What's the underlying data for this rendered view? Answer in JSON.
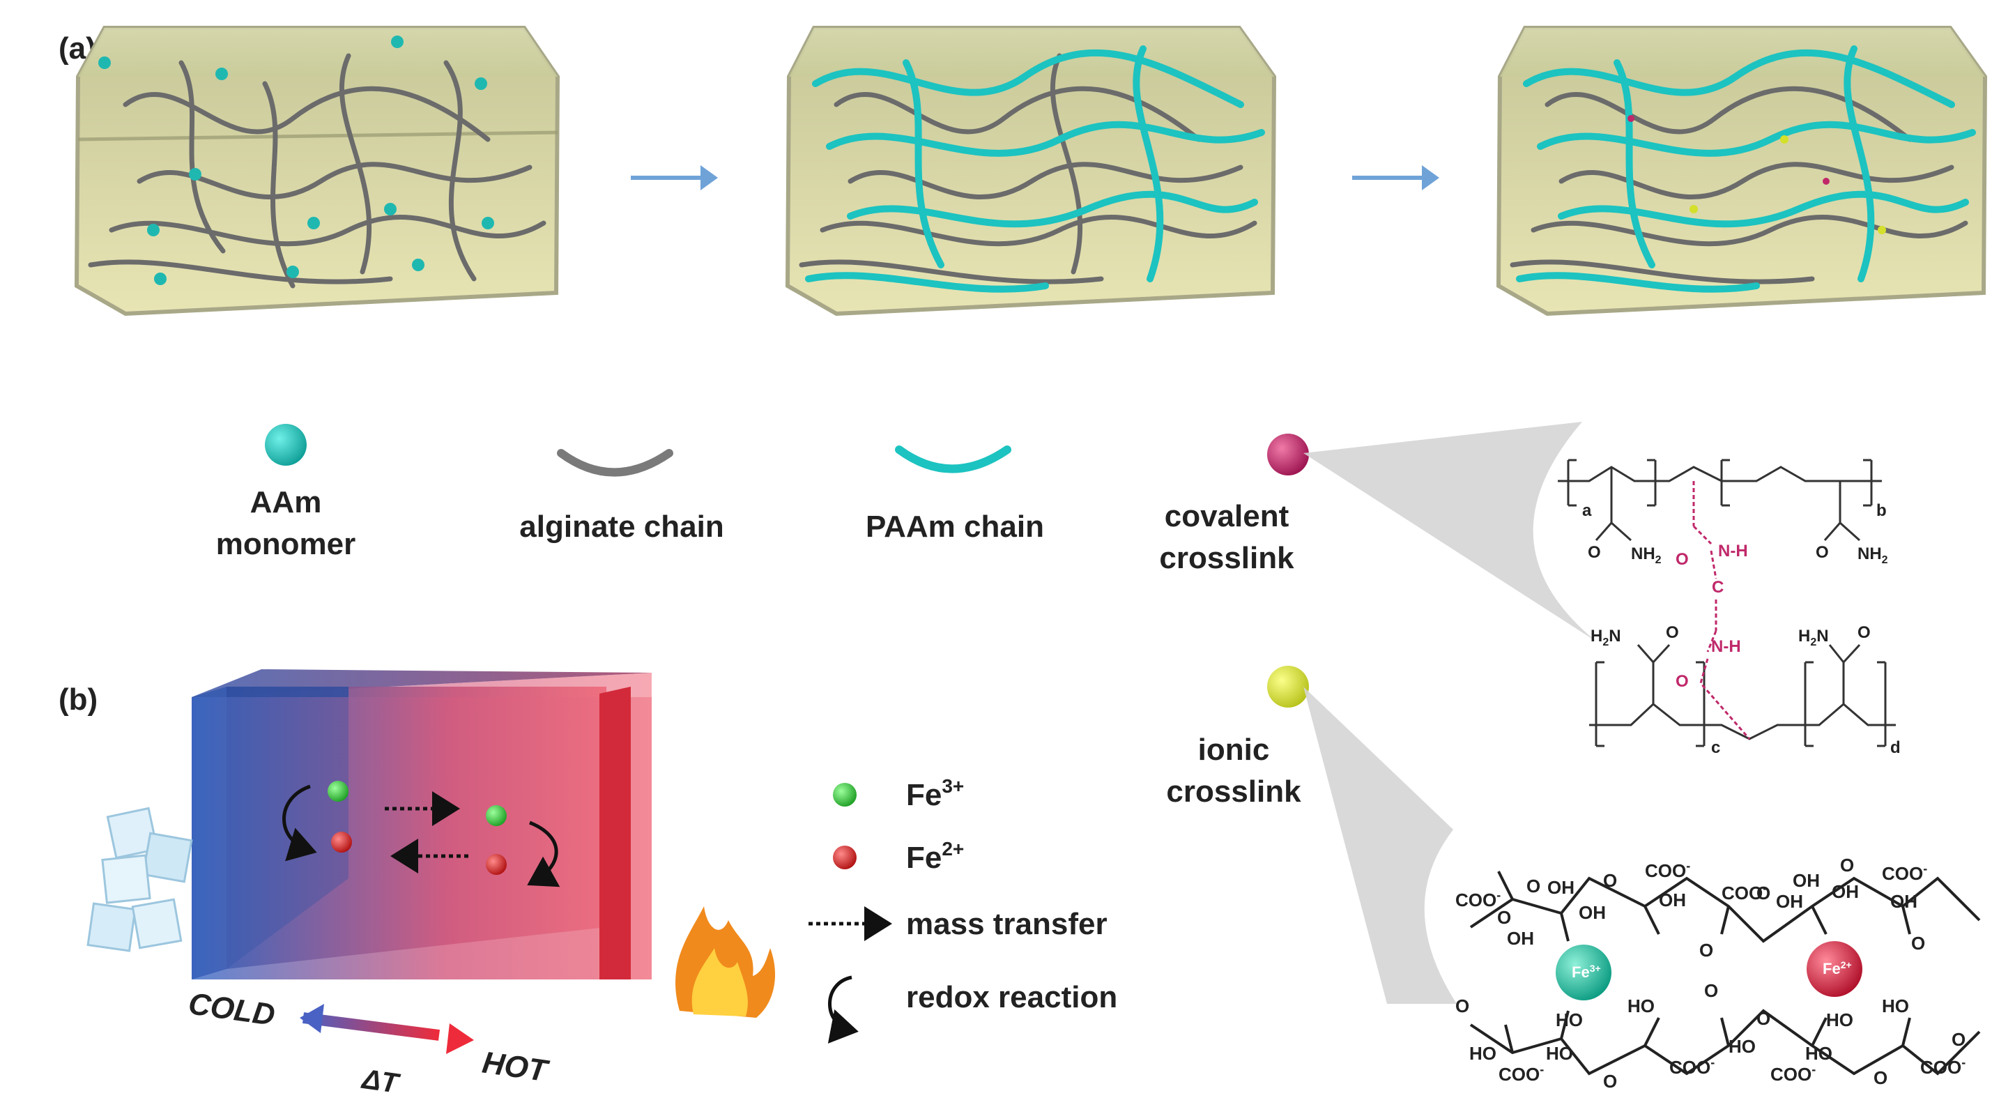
{
  "panel_a": {
    "label": "(a)",
    "legend": {
      "aam_monomer": [
        "AAm",
        "monomer"
      ],
      "alginate_chain": "alginate chain",
      "paam_chain": "PAAm chain",
      "covalent_crosslink": [
        "covalent",
        "crosslink"
      ],
      "ionic_crosslink": [
        "ionic",
        "crosslink"
      ]
    }
  },
  "panel_b": {
    "label": "(b)",
    "cold": "COLD",
    "hot": "HOT",
    "delta_t": "ΔT",
    "legend": {
      "fe3": "Fe",
      "fe3_sup": "3+",
      "fe2": "Fe",
      "fe2_sup": "2+",
      "mass_transfer": "mass transfer",
      "redox_reaction": "redox reaction"
    }
  },
  "covalent_structure": {
    "sub_a": "a",
    "sub_b": "b",
    "sub_c": "c",
    "sub_d": "d",
    "o": "O",
    "nh2": "NH",
    "nh2_sub": "2",
    "h2n": "H",
    "h2n_sub": "2",
    "h2n_n": "N",
    "nh": "N-H",
    "c": "C"
  },
  "ionic_structure": {
    "coo": "COO",
    "coo_sup": "-",
    "oh": "OH",
    "ho": "HO",
    "o": "O",
    "fe3_badge": "Fe",
    "fe3_badge_sup": "3+",
    "fe2_badge": "Fe",
    "fe2_badge_sup": "2+"
  },
  "colors": {
    "monomer": "#1fb8b0",
    "alginate": "#6b6b6b",
    "paam": "#1cc3c0",
    "covalent": "#c0286a",
    "ionic": "#d4e02a",
    "fe3": "#3cc43c",
    "fe2": "#e02424",
    "arrow": "#6fa3d8",
    "gel": "#e4e3b8",
    "cold": "#3a5db0",
    "hot": "#e03040"
  }
}
